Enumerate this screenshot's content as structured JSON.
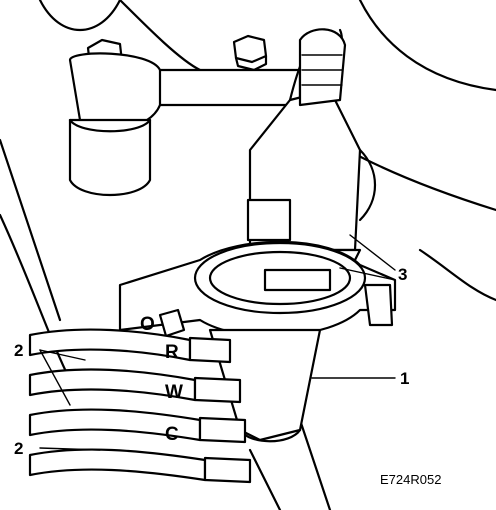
{
  "callouts": {
    "one": "1",
    "two_upper": "2",
    "two_lower": "2",
    "three": "3"
  },
  "wire_letters": {
    "o": "O",
    "r": "R",
    "w": "W",
    "c": "C"
  },
  "reference_code": "E724R052"
}
